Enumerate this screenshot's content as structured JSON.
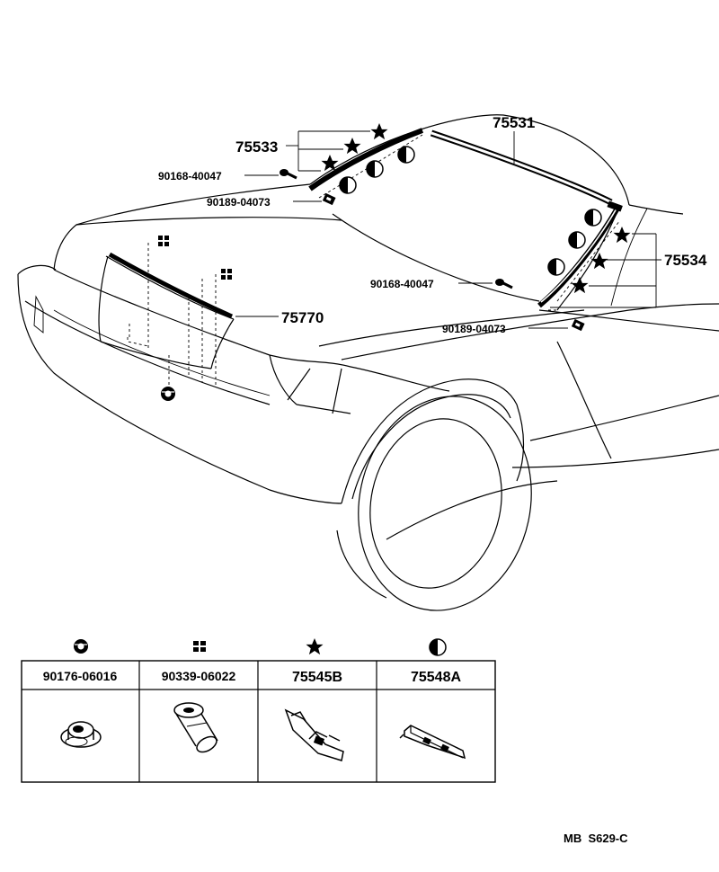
{
  "callouts": {
    "windshield_upper": "75531",
    "roof_side_left": "75533",
    "roof_side_right": "75534",
    "back_molding": "75770",
    "screw_left": "90168-40047",
    "clip_left": "90189-04073",
    "screw_right": "90168-40047",
    "clip_right": "90189-04073"
  },
  "legend": [
    {
      "icon": "circle-clip-icon",
      "part": "90176-06016"
    },
    {
      "icon": "double-bar-icon",
      "part": "90339-06022"
    },
    {
      "icon": "star-icon",
      "part": "75545B"
    },
    {
      "icon": "half-circle-icon",
      "part": "75548A"
    }
  ],
  "footer": {
    "code": "MB  S629-C"
  }
}
